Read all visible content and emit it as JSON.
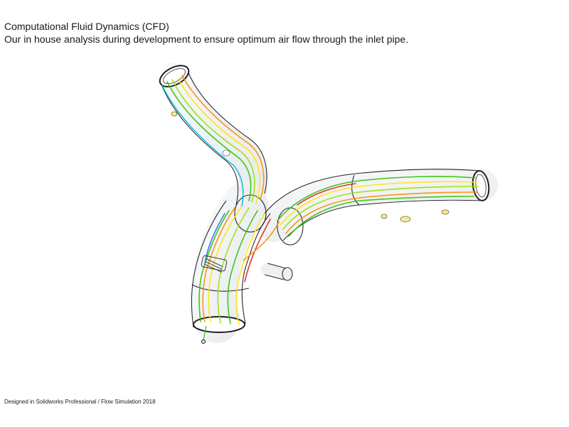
{
  "header": {
    "title": "Computational Fluid Dynamics (CFD)",
    "subtitle": "Our in house analysis during development to ensure optimum air flow through the inlet pipe."
  },
  "footer": {
    "credit": "Designed in Solidworks Professional / Flow Simulation 2018"
  },
  "visual": {
    "pipe_outline_color": "#2a2a2a",
    "flow_colors": [
      "#ffe600",
      "#9be000",
      "#2fc400",
      "#ff8a00",
      "#e02020",
      "#2a6cff",
      "#00b8d6"
    ]
  }
}
